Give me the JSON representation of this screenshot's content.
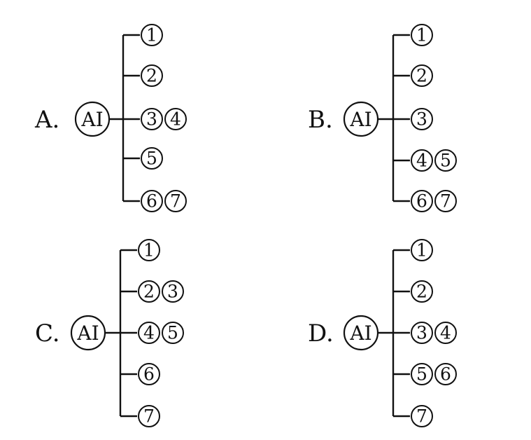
{
  "options": [
    {
      "letter": "A.",
      "root": "AI",
      "branches": [
        [
          "①"
        ],
        [
          "②"
        ],
        [
          "③",
          "④"
        ],
        [
          "⑤"
        ],
        [
          "⑥",
          "⑦"
        ]
      ]
    },
    {
      "letter": "B.",
      "root": "AI",
      "branches": [
        [
          "①"
        ],
        [
          "②"
        ],
        [
          "③"
        ],
        [
          "④",
          "⑤"
        ],
        [
          "⑥",
          "⑦"
        ]
      ]
    },
    {
      "letter": "C.",
      "root": "AI",
      "branches": [
        [
          "①"
        ],
        [
          "②",
          "③"
        ],
        [
          "④",
          "⑤"
        ],
        [
          "⑥"
        ],
        [
          "⑦"
        ]
      ]
    },
    {
      "letter": "D.",
      "root": "AI",
      "branches": [
        [
          "①"
        ],
        [
          "②"
        ],
        [
          "③",
          "④"
        ],
        [
          "⑤",
          "⑥"
        ],
        [
          "⑦"
        ]
      ]
    }
  ]
}
